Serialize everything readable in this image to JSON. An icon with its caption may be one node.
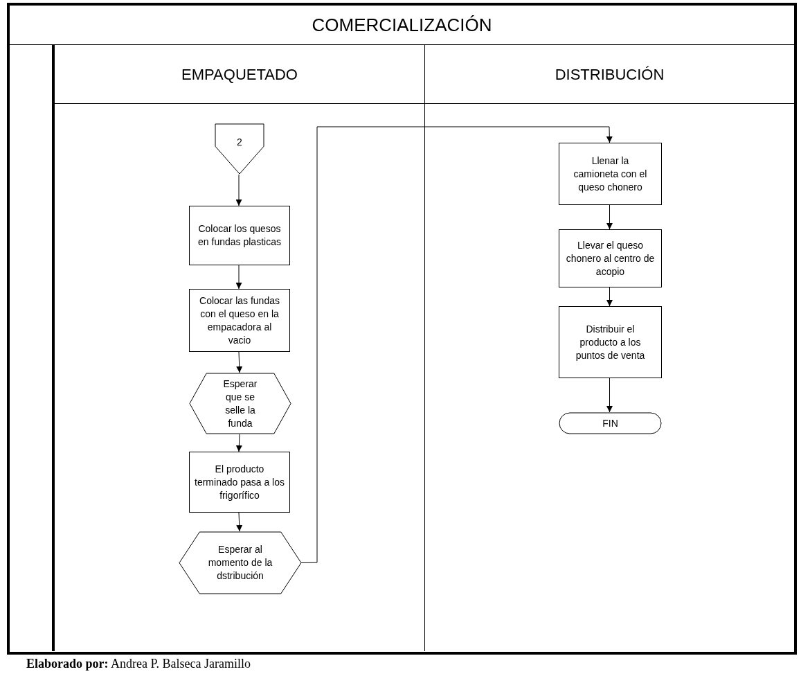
{
  "diagram": {
    "title": "COMERCIALIZACIÓN",
    "caption": "**Elaborado por:** Andrea P. Balseca Jaramillo",
    "nodes": [
      {
        "text": [
          "EMPAQUETADO"
        ]
      },
      {
        "text": [
          "2"
        ],
        "in": 0
      },
      {
        "text": [
          "Colocar los quesos en fundas plasticas"
        ],
        "in": 0
      },
      {
        "text": [
          "Colocar las fundas con el queso en la empacadora al vacio"
        ],
        "in": 0
      },
      {
        "text": [
          "Esperar que se selle la funda"
        ],
        "in": 0
      },
      {
        "text": [
          "El producto terminado pasa a los frigorífico"
        ],
        "in": 0
      },
      {
        "text": [
          "Esperar al momento de la dstribución"
        ],
        "in": 0
      },
      {
        "text": [
          "DISTRIBUCIÓN"
        ]
      },
      {
        "text": [
          "Llenar la camioneta con el queso chonero"
        ],
        "in": 7
      },
      {
        "text": [
          "Llevar el queso chonero al centro de acopio"
        ],
        "in": 7
      },
      {
        "text": [
          "Distribuir el producto a los puntos de venta"
        ],
        "in": 7
      },
      {
        "text": [
          "FIN"
        ],
        "in": 7
      }
    ],
    "edges": [
      {
        "from": 1,
        "to": 2,
        "arrow": "to"
      },
      {
        "from": 2,
        "to": 3,
        "arrow": "to"
      },
      {
        "from": 3,
        "to": 4,
        "arrow": "to"
      },
      {
        "from": 4,
        "to": 5,
        "arrow": "to"
      },
      {
        "from": 5,
        "to": 6,
        "arrow": "to"
      },
      {
        "from": 6,
        "to": 8,
        "arrow": "to"
      },
      {
        "from": 8,
        "to": 9,
        "arrow": "to"
      },
      {
        "from": 9,
        "to": 10,
        "arrow": "to"
      },
      {
        "from": 10,
        "to": 11,
        "arrow": "to"
      }
    ]
  }
}
